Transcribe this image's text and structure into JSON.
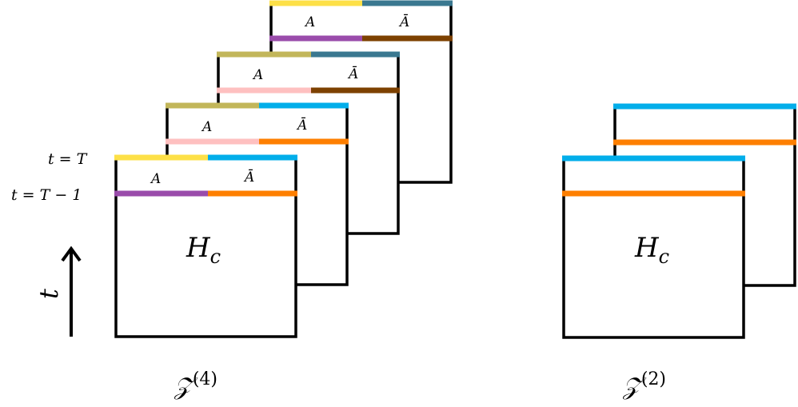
{
  "colors": {
    "frame_stroke": "#000000",
    "yellow": "#fde047",
    "cyan": "#02aeea",
    "purple": "#9a4cab",
    "orange": "#fe7f00",
    "teal": "#3a7890",
    "brown": "#7d4100",
    "olive": "#c2b65a",
    "pink": "#fec0c0"
  },
  "labels": {
    "t_T": "t = T",
    "t_T_minus_1": "t = T − 1",
    "t_axis": "t",
    "region_A": "A",
    "region_A_bar": "Ā",
    "hc": "H",
    "hc_sub": "c",
    "z": "𝒵",
    "z4_sup": "(4)",
    "z2_sup": "(2)"
  },
  "left_stack": {
    "layers": [
      {
        "top_colors": [
          "yellow",
          "teal"
        ],
        "bottom_colors": [
          "purple",
          "brown"
        ]
      },
      {
        "top_colors": [
          "olive",
          "teal"
        ],
        "bottom_colors": [
          "pink",
          "brown"
        ]
      },
      {
        "top_colors": [
          "olive",
          "cyan"
        ],
        "bottom_colors": [
          "pink",
          "orange"
        ]
      },
      {
        "top_colors": [
          "yellow",
          "cyan"
        ],
        "bottom_colors": [
          "purple",
          "orange"
        ]
      }
    ]
  },
  "right_stack": {
    "layers": [
      {
        "top_colors": [
          "cyan"
        ],
        "bottom_colors": [
          "orange"
        ]
      },
      {
        "top_colors": [
          "cyan"
        ],
        "bottom_colors": [
          "orange"
        ]
      }
    ]
  }
}
